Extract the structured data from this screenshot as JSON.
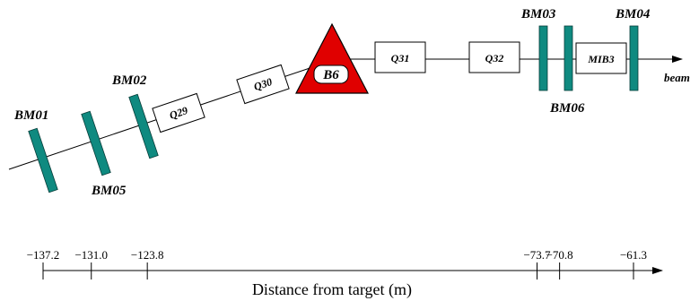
{
  "beamline": {
    "monitors": [
      {
        "id": "bm01",
        "label": "BM01"
      },
      {
        "id": "bm05",
        "label": "BM05"
      },
      {
        "id": "bm02",
        "label": "BM02"
      },
      {
        "id": "bm03",
        "label": "BM03"
      },
      {
        "id": "bm06",
        "label": "BM06"
      },
      {
        "id": "bm04",
        "label": "BM04"
      }
    ],
    "magnets": [
      {
        "id": "q29",
        "label": "Q29"
      },
      {
        "id": "q30",
        "label": "Q30"
      },
      {
        "id": "q31",
        "label": "Q31"
      },
      {
        "id": "q32",
        "label": "Q32"
      },
      {
        "id": "mib3",
        "label": "MIB3"
      }
    ],
    "bend": {
      "label": "B6",
      "color": "#e00000"
    },
    "beam_label": "beam",
    "monitor_color": "#0f8a80"
  },
  "axis": {
    "title": "Distance from target (m)",
    "ticks": [
      {
        "label": "−137.2",
        "value": -137.2
      },
      {
        "label": "−131.0",
        "value": -131.0
      },
      {
        "label": "−123.8",
        "value": -123.8
      },
      {
        "label": "−73.7",
        "value": -73.7
      },
      {
        "label": "−70.8",
        "value": -70.8
      },
      {
        "label": "−61.3",
        "value": -61.3
      }
    ]
  }
}
